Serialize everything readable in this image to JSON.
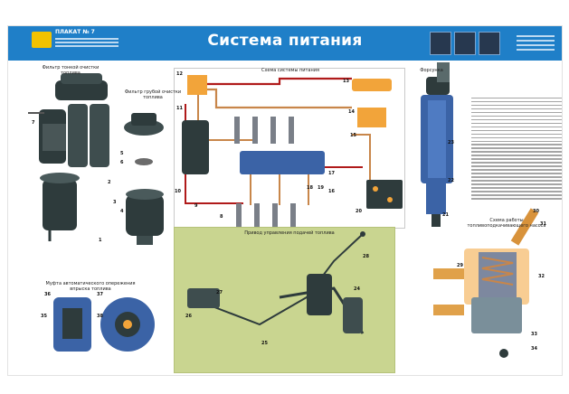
{
  "poster": {
    "title": "Система питания",
    "plaque_label": "ПЛАКАТ № 7"
  },
  "captions": {
    "fine_filter": "Фильтр тонкой очистки топлива",
    "coarse_filter": "Фильтр грубой очистки топлива",
    "supply_scheme": "Схема системы питания",
    "injector": "Форсунка",
    "pump_scheme": "Схема работы топливоподкачивающего насоса",
    "pump_control": "Привод управления подачей топлива",
    "advance_coupling": "Муфта автоматического опережения впрыска топлива"
  },
  "callouts": {
    "n1": "1",
    "n2": "2",
    "n3": "3",
    "n4": "4",
    "n5": "5",
    "n6": "6",
    "n7": "7",
    "n8": "8",
    "n9": "9",
    "n10": "10",
    "n11": "11",
    "n12": "12",
    "n13": "13",
    "n14": "14",
    "n15": "15",
    "n16": "16",
    "n17": "17",
    "n18": "18",
    "n19": "19",
    "n20": "20",
    "n21": "21",
    "n22": "22",
    "n23": "23",
    "n24": "24",
    "n25": "25",
    "n26": "26",
    "n27": "27",
    "n28": "28",
    "n29": "29",
    "n30": "30",
    "n31": "31",
    "n32": "32",
    "n33": "33",
    "n34": "34",
    "n35": "35",
    "n36": "36",
    "n37": "37",
    "n38": "38"
  },
  "colors": {
    "header": "#1f7fc8",
    "pipe_fuel": "#c8864a",
    "pipe_return": "#b01a1a",
    "tank": "#f2a43a",
    "part_dark": "#2e3b3c",
    "part_blue": "#3b63a6",
    "panel_green": "#c9d590"
  }
}
